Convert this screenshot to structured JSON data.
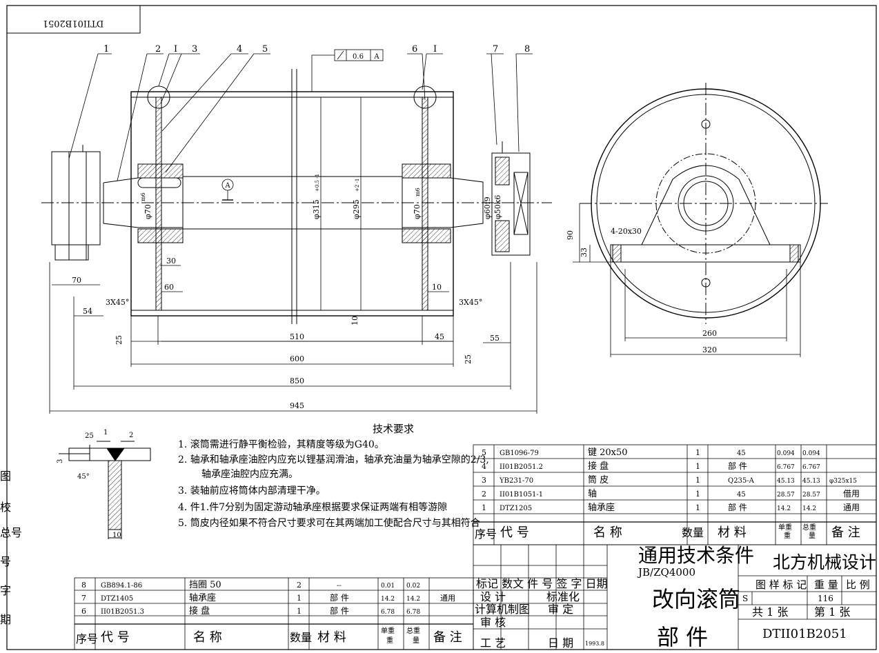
{
  "drawing_number": "DTII01B2051",
  "drawing_number_rotated": "DTII01B2051",
  "part_numbers": [
    "1",
    "2",
    "I",
    "3",
    "4",
    "5",
    "6",
    "I",
    "7",
    "8"
  ],
  "tolerance_frame": {
    "value": "0.6",
    "datum": "A"
  },
  "datum_label": "A",
  "dimensions": {
    "d1": "φ70",
    "d1_fit": "m6",
    "d2": "φ315",
    "d2_tol": "+0.5 -1",
    "d3": "φ295",
    "d3_tol": "+2 -1",
    "d4": "φ70",
    "d4_fit": "m6",
    "d5": "φ60f9",
    "d6": "φ50k6",
    "w70": "70",
    "w54": "54",
    "w30": "30",
    "w60": "60",
    "w10a": "10",
    "w10b": "10",
    "w45": "45",
    "w55": "55",
    "w510": "510",
    "w600": "600",
    "w850": "850",
    "w945": "945",
    "chamfer_left": "3X45°",
    "chamfer_right": "3X45°",
    "rough_left": "25",
    "rough_right": "25",
    "side_90": "90",
    "side_33": "33",
    "side_4_20x30": "4-20x30",
    "side_260": "260",
    "side_320": "320"
  },
  "weld_detail": {
    "a": "25",
    "b": "1",
    "c": "2",
    "d": "3",
    "angle": "45°",
    "t": "10"
  },
  "tech_req": {
    "title": "技术要求",
    "items": [
      "1. 滚筒需进行静平衡检验，其精度等级为G40。",
      "2. 轴承和轴承座油腔内应充以锂基润滑油，轴承充油量为轴承空隙的2/3,",
      "轴承座油腔内应充满。",
      "3. 装轴前应将筒体内部清理干净。",
      "4. 件1.件7分别为固定游动轴承座根据要求保证两端有相等游隙",
      "5. 筒皮内径如果不符合尺寸要求可在其两端加工使配合尺寸与其相符合"
    ]
  },
  "bom_upper": [
    {
      "no": "5",
      "code": "GB1096-79",
      "name": "键 20x50",
      "qty": "1",
      "mat": "45",
      "unit": "0.094",
      "total": "0.094",
      "note": ""
    },
    {
      "no": "4",
      "code": "II01B2051.2",
      "name": "接 盘",
      "qty": "1",
      "mat": "部 件",
      "unit": "6.767",
      "total": "6.767",
      "note": ""
    },
    {
      "no": "3",
      "code": "YB231-70",
      "name": "筒 皮",
      "qty": "1",
      "mat": "Q235-A",
      "unit": "45.13",
      "total": "45.13",
      "note": "φ325x15"
    },
    {
      "no": "2",
      "code": "II01B1051-1",
      "name": "轴",
      "qty": "1",
      "mat": "45",
      "unit": "28.57",
      "total": "28.57",
      "note": "借用"
    },
    {
      "no": "1",
      "code": "DTZ1205",
      "name": "轴承座",
      "qty": "1",
      "mat": "部 件",
      "unit": "14.2",
      "total": "14.2",
      "note": "通用"
    }
  ],
  "bom_lower": [
    {
      "no": "8",
      "code": "GB894.1-86",
      "name": "挡圈 50",
      "qty": "2",
      "mat": "--",
      "unit": "0.01",
      "total": "0.02",
      "note": ""
    },
    {
      "no": "7",
      "code": "DTZ1405",
      "name": "轴承座",
      "qty": "1",
      "mat": "部 件",
      "unit": "14.2",
      "total": "14.2",
      "note": "通用"
    },
    {
      "no": "6",
      "code": "II01B2051.3",
      "name": "接 盘",
      "qty": "1",
      "mat": "部 件",
      "unit": "6.78",
      "total": "6.78",
      "note": ""
    }
  ],
  "bom_header": {
    "no": "序号",
    "code": "代 号",
    "name": "名 称",
    "qty": "数量",
    "mat": "材 料",
    "unit": "单重",
    "unit2": "重",
    "total": "总重",
    "total2": "量",
    "note": "备 注"
  },
  "title_block": {
    "std_title": "通用技术条件",
    "std_code": "JB/ZQ4000",
    "company": "北方机械设计",
    "part_name": "改向滚筒",
    "part_type": "部 件",
    "doc_no": "DTII01B2051",
    "sample_label": "图 样 标 记",
    "weight_label": "重 量",
    "scale_label": "比 例",
    "s_mark": "S",
    "weight": "116",
    "sheets": "共 1 张",
    "sheet_of": "第 1 张",
    "r1": "标记 数文 件 号 签 字 日期",
    "r2a": "设 计",
    "r2b": "标准化",
    "r3a": "计算机制图",
    "r3b": "审 定",
    "r4a": "审 核",
    "r5a": "工 艺",
    "r5b": "日 期",
    "r5c": "1993.8"
  },
  "margin_labels": [
    "图",
    "校",
    "总号",
    "号",
    "字",
    "期"
  ]
}
